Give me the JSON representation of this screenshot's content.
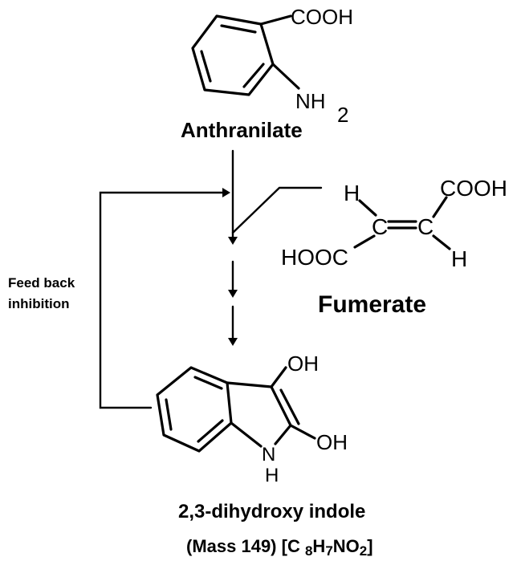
{
  "anthranilate": {
    "cooh": "COOH",
    "nh2_main": "NH",
    "nh2_sub": "2",
    "name": "Anthranilate"
  },
  "fumerate": {
    "h_top": "H",
    "cooh": "COOH",
    "c_left": "C",
    "c_right": "C",
    "hooc": "HOOC",
    "h_bottom": "H",
    "name": "Fumerate"
  },
  "feedback": {
    "line1": "Feed back",
    "line2": "inhibition"
  },
  "indole": {
    "oh_top": "OH",
    "oh_bottom": "OH",
    "n": "N",
    "h": "H",
    "name": "2,3-dihydroxy indole",
    "mass_prefix": "(Mass 149) [C ",
    "mass_sub1": "8",
    "mass_h": "H",
    "mass_sub2": "7",
    "mass_no": "NO",
    "mass_sub3": "2",
    "mass_suffix": "]"
  }
}
